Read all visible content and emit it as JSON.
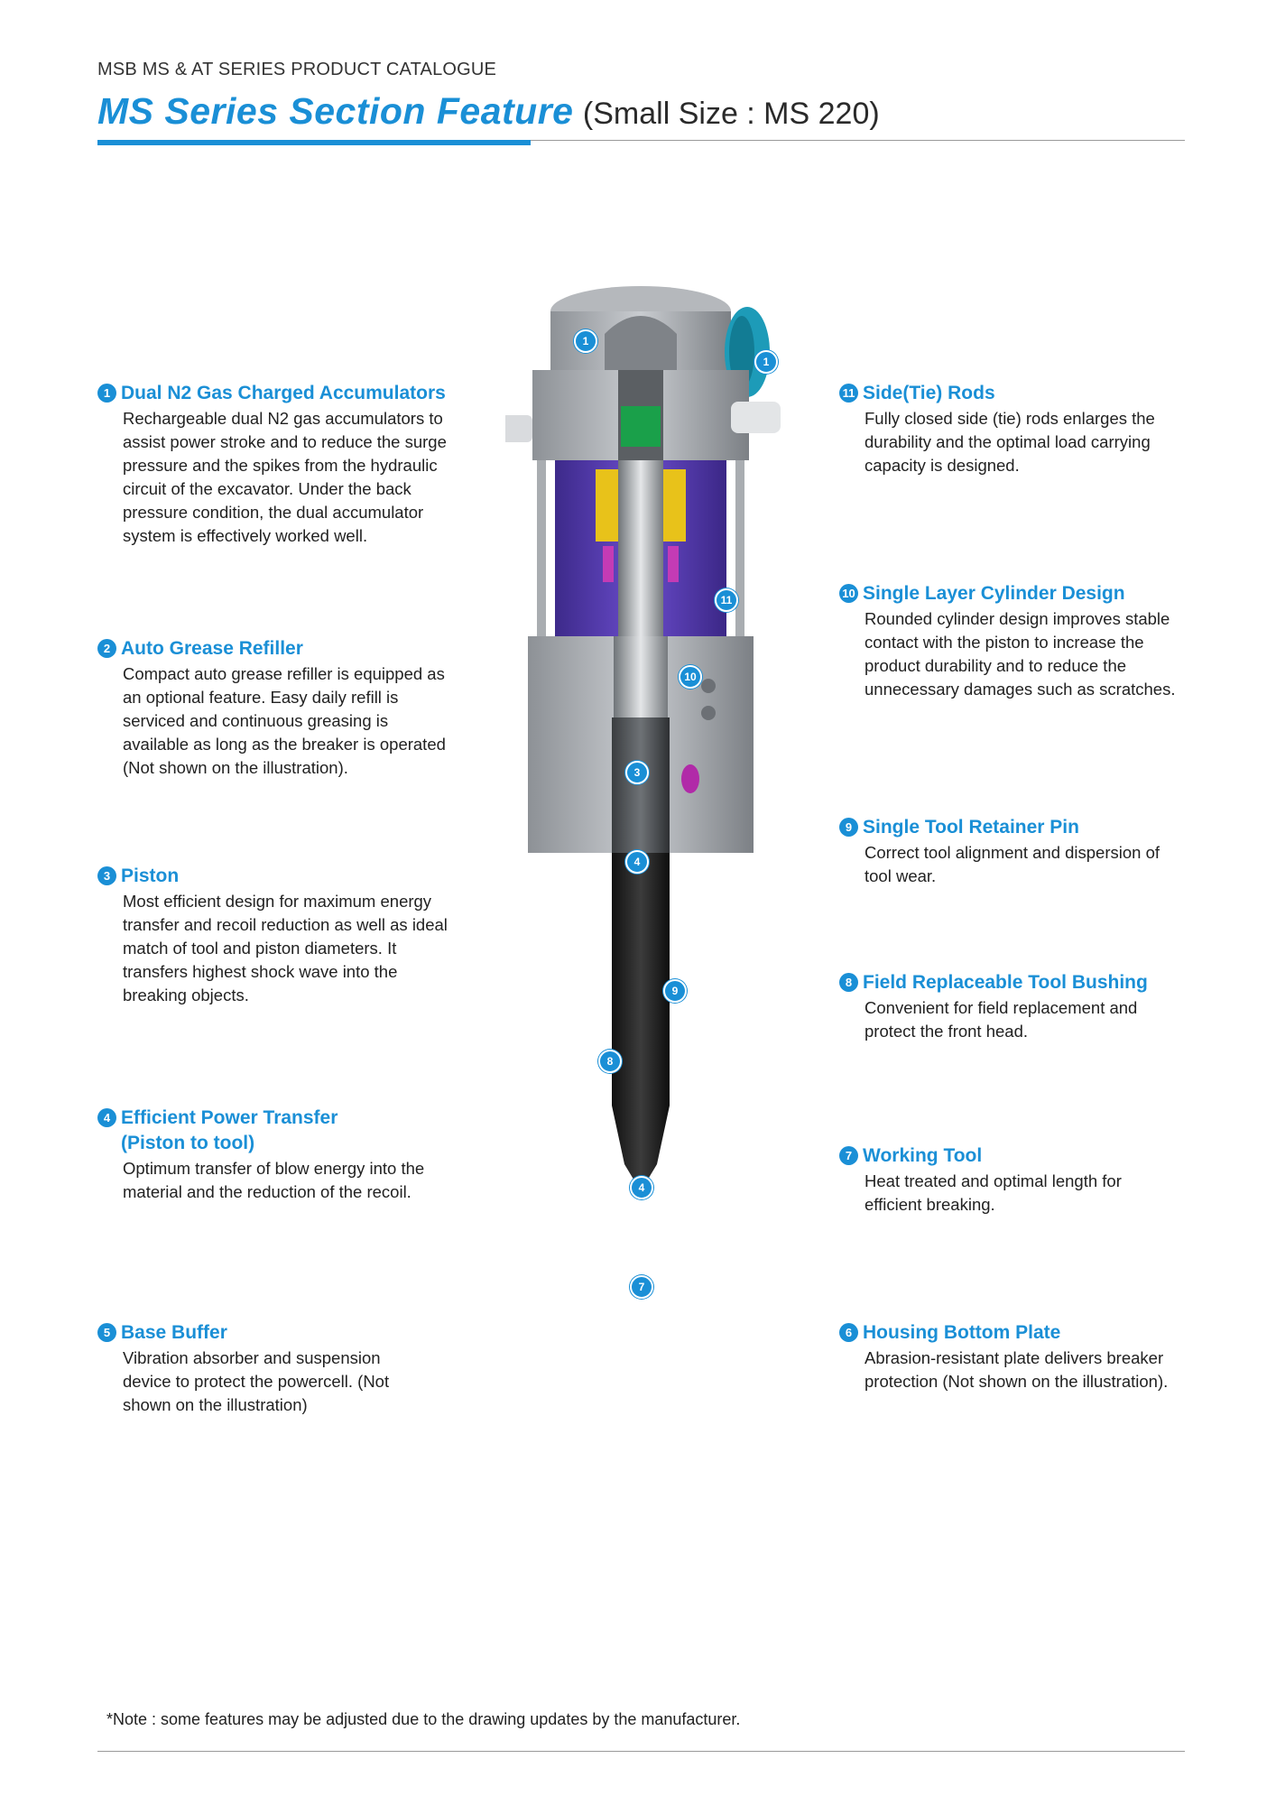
{
  "header": {
    "catalogue": "MSB MS & AT SERIES PRODUCT CATALOGUE",
    "title": "MS Series Section Feature",
    "subtitle": "(Small Size : MS 220)"
  },
  "features_left": [
    {
      "num": "1",
      "title": "Dual N2 Gas Charged Accumulators",
      "body": "Rechargeable dual N2 gas accumulators to assist power stroke and  to reduce the surge pressure and the spikes from the hydraulic circuit of the excavator.   Under the back pressure condition, the dual accumulator system is effectively worked well."
    },
    {
      "num": "2",
      "title": "Auto Grease Refiller",
      "body": "Compact auto grease refiller is equipped as an optional feature.  Easy daily refill is serviced and continuous greasing is available as long as the breaker is operated (Not shown on the illustration)."
    },
    {
      "num": "3",
      "title": "Piston",
      "body": "Most efficient design for maximum energy transfer and recoil reduction as well as ideal match of tool  and piston diameters.  It transfers highest shock wave into the breaking objects."
    },
    {
      "num": "4",
      "title": "Efficient Power Transfer (Piston to tool)",
      "body": "Optimum transfer of blow energy into the material and the reduction of the recoil."
    },
    {
      "num": "5",
      "title": "Base Buffer",
      "body": "Vibration absorber and suspension device to protect the powercell. (Not shown on the illustration)"
    }
  ],
  "features_right": [
    {
      "num": "11",
      "title": "Side(Tie) Rods",
      "body": "Fully closed side (tie) rods enlarges the durability and the optimal load carrying capacity is designed."
    },
    {
      "num": "10",
      "title": "Single Layer Cylinder Design",
      "body": "Rounded cylinder design improves stable contact with the piston to increase the product durability and to reduce the unnecessary damages such as scratches."
    },
    {
      "num": "9",
      "title": "Single Tool Retainer Pin",
      "body": "Correct tool alignment and dispersion of tool wear."
    },
    {
      "num": "8",
      "title": "Field Replaceable Tool Bushing",
      "body": "Convenient for field replacement and protect the front head."
    },
    {
      "num": "7",
      "title": "Working Tool",
      "body": "Heat treated and optimal length for efficient breaking."
    },
    {
      "num": "6",
      "title": "Housing Bottom Plate",
      "body": "Abrasion-resistant plate delivers breaker  protection (Not shown on the illustration)."
    }
  ],
  "callouts": [
    "1",
    "1",
    "11",
    "10",
    "3",
    "4",
    "9",
    "8",
    "4",
    "7"
  ],
  "footer": {
    "note": "*Note : some features may be adjusted due to the drawing updates by the manufacturer."
  }
}
